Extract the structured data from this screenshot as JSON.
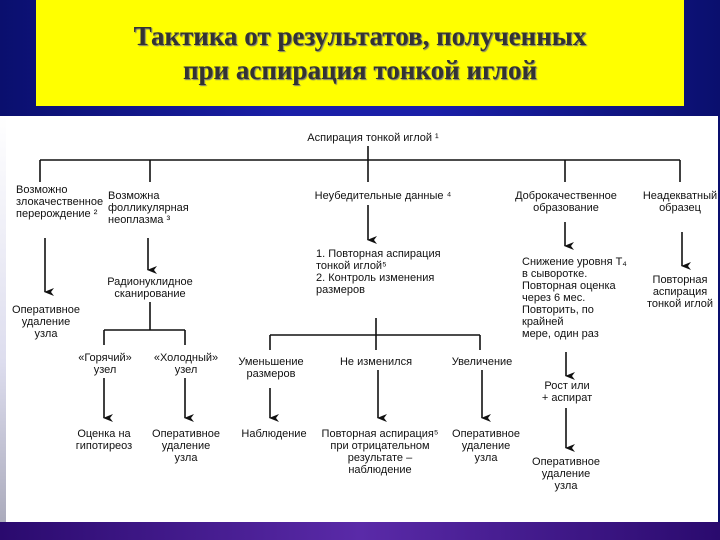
{
  "title": {
    "line1": "Тактика от результатов, полученных",
    "line2": "при аспирация тонкой иглой"
  },
  "diagram": {
    "root": "Аспирация тонкой иглой ¹",
    "branch1": "Возможно\nзлокачественное\nперерождение ²",
    "branch1_result": "Оперативное\nудаление\nузла",
    "branch2": "Возможна\nфолликулярная\nнеоплазма ³",
    "branch2_step": "Радионуклидное\nсканирование",
    "hot_node": "«Горячий»\nузел",
    "cold_node": "«Холодный»\nузел",
    "hot_result": "Оценка на\nгипотиреоз",
    "cold_result": "Оперативное\nудаление\nузла",
    "branch3": "Неубедительные данные ⁴",
    "branch3_steps": "1. Повторная аспирация\nтонкой иглой⁵\n2. Контроль изменения\nразмеров",
    "decrease": "Уменьшение\nразмеров",
    "unchanged": "Не изменился",
    "increase": "Увеличение",
    "decrease_result": "Наблюдение",
    "unchanged_result": "Повторная аспирация⁵\nпри отрицательном\nрезультате –\nнаблюдение",
    "increase_result": "Оперативное\nудаление\nузла",
    "branch4": "Доброкачественное\nобразование",
    "branch4_step": "Снижение уровня Т₄\nв сыворотке.\nПовторная оценка\nчерез 6 мес.\nПовторить, по крайней\nмере, один раз",
    "branch4_growth": "Рост или\n+ аспират",
    "branch4_result": "Оперативное\nудаление\nузла",
    "branch5": "Неадекватный\nобразец",
    "branch5_result": "Повторная\nаспирация\nтонкой иглой"
  }
}
